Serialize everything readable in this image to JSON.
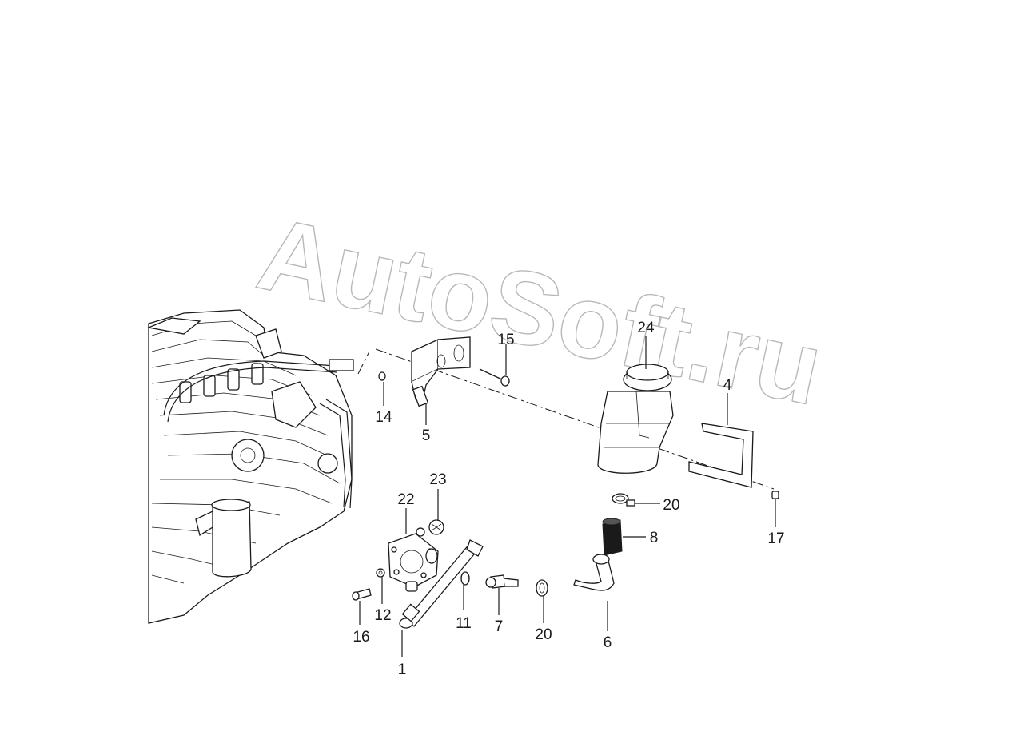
{
  "watermark": {
    "text": "AutoSoft.ru"
  },
  "callouts": [
    {
      "id": "c1",
      "text": "1"
    },
    {
      "id": "c4",
      "text": "4"
    },
    {
      "id": "c5",
      "text": "5"
    },
    {
      "id": "c6",
      "text": "6"
    },
    {
      "id": "c7",
      "text": "7"
    },
    {
      "id": "c8",
      "text": "8"
    },
    {
      "id": "c11",
      "text": "11"
    },
    {
      "id": "c12",
      "text": "12"
    },
    {
      "id": "c14",
      "text": "14"
    },
    {
      "id": "c15",
      "text": "15"
    },
    {
      "id": "c16",
      "text": "16"
    },
    {
      "id": "c17",
      "text": "17"
    },
    {
      "id": "c20a",
      "text": "20"
    },
    {
      "id": "c20b",
      "text": "20"
    },
    {
      "id": "c22",
      "text": "22"
    },
    {
      "id": "c23",
      "text": "23"
    },
    {
      "id": "c24",
      "text": "24"
    }
  ]
}
